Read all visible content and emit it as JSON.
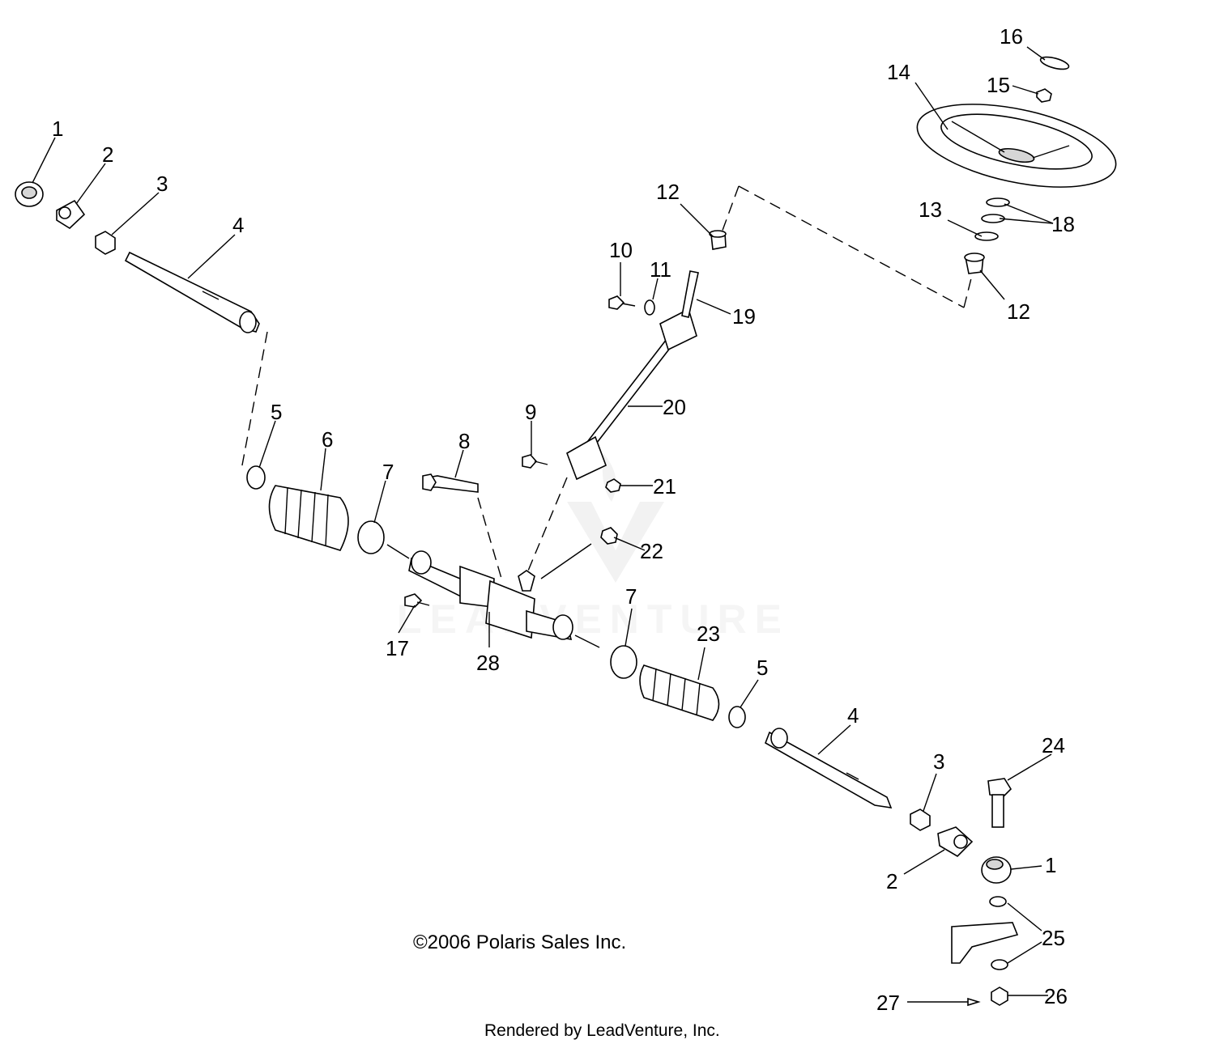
{
  "diagram": {
    "watermark": "LEADVENTURE",
    "copyright": "©2006 Polaris Sales Inc.",
    "rendered_by": "Rendered by LeadVenture, Inc.",
    "callouts": [
      "1",
      "2",
      "3",
      "4",
      "5",
      "6",
      "7",
      "8",
      "9",
      "10",
      "11",
      "12",
      "13",
      "14",
      "15",
      "16",
      "17",
      "18",
      "19",
      "20",
      "21",
      "22",
      "23",
      "24",
      "25",
      "26",
      "27",
      "28"
    ]
  }
}
